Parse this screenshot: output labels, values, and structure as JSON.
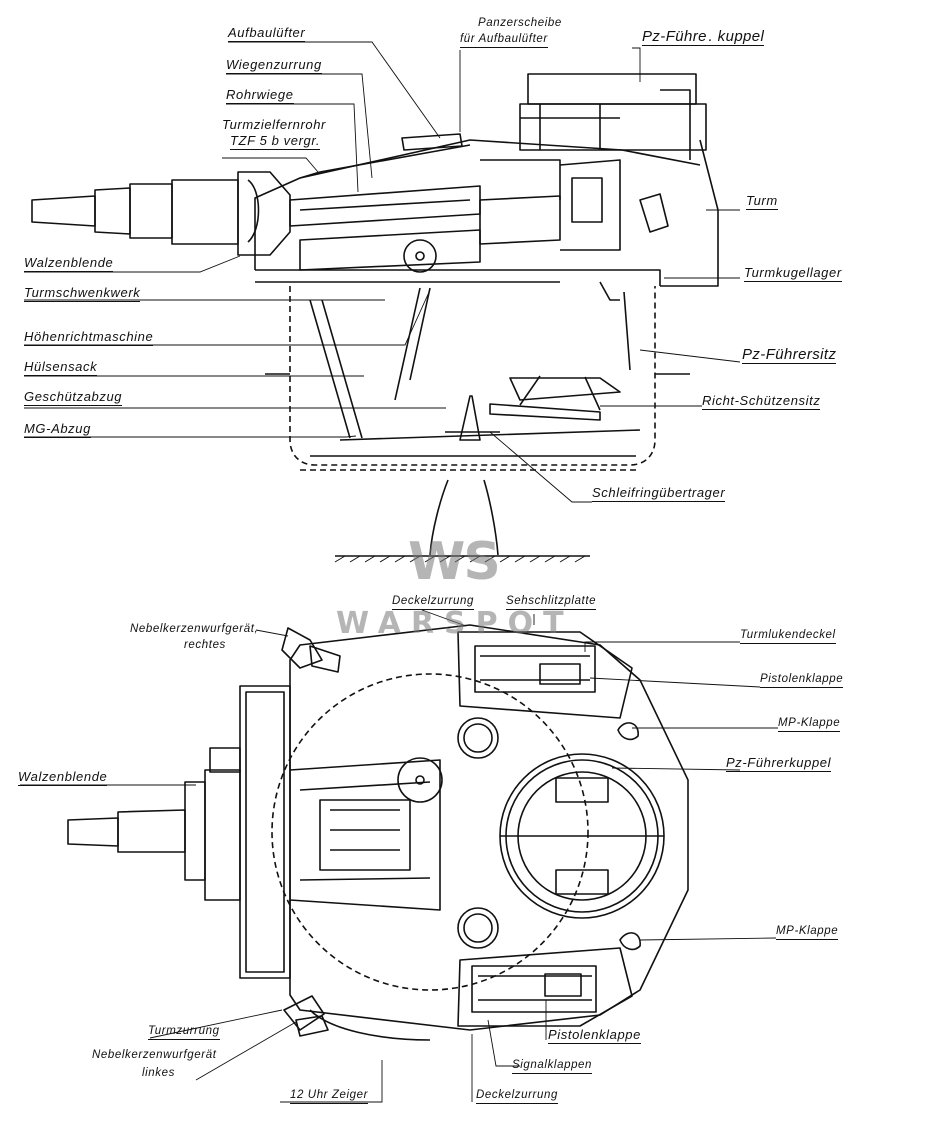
{
  "side_view_labels": {
    "aufbaulufter": "Aufbaulüfter",
    "panzerscheibe_line1": "Panzerscheibe",
    "panzerscheibe_line2": "für Aufbaulüfter",
    "pz_fuhrer_kuppel": "Pz-Führe . kuppel",
    "wiegenzurrung": "Wiegenzurrung",
    "rohrwiege": "Rohrwiege",
    "turmzielfernrohr_line1": "Turmzielfernrohr",
    "turmzielfernrohr_line2": "TZF 5 b vergr.",
    "turm": "Turm",
    "walzenblende": "Walzenblende",
    "turmkugellager": "Turmkugellager",
    "turmschwenkwerk": "Turmschwenkwerk",
    "hohenrichtmaschine": "Höhenrichtmaschine",
    "pz_fuhrersitz": "Pz-Führersitz",
    "hulsensack": "Hülsensack",
    "geschutzabzug": "Geschützabzug",
    "richt_schutzensitz": "Richt-Schützensitz",
    "mg_abzug": "MG-Abzug",
    "schleifringubertrager": "Schleifringübertrager"
  },
  "top_view_labels": {
    "deckelzurrung_top": "Deckelzurrung",
    "sehschlitzplatte": "Sehschlitzplatte",
    "nebel_rechts_line1": "Nebelkerzenwurfgerät,",
    "nebel_rechts_line2": "rechtes",
    "turmlukendeckel": "Turmlukendeckel",
    "pistolenklappe_top": "Pistolenklappe",
    "mp_klappe_top": "MP-Klappe",
    "walzenblende": "Walzenblende",
    "pz_fuhrerkuppel": "Pz-Führerkuppel",
    "mp_klappe_bottom": "MP-Klappe",
    "turmzurrung": "Turmzurrung",
    "pistolenklappe_bottom": "Pistolenklappe",
    "nebel_links_line1": "Nebelkerzenwurfgerät",
    "nebel_links_line2": "linkes",
    "signalklappen": "Signalklappen",
    "zwolf_uhr_zeiger": "12 Uhr Zeiger",
    "deckelzurrung_bottom": "Deckelzurrung"
  },
  "watermark": {
    "logo": "WS",
    "text": "WARSPOT"
  }
}
